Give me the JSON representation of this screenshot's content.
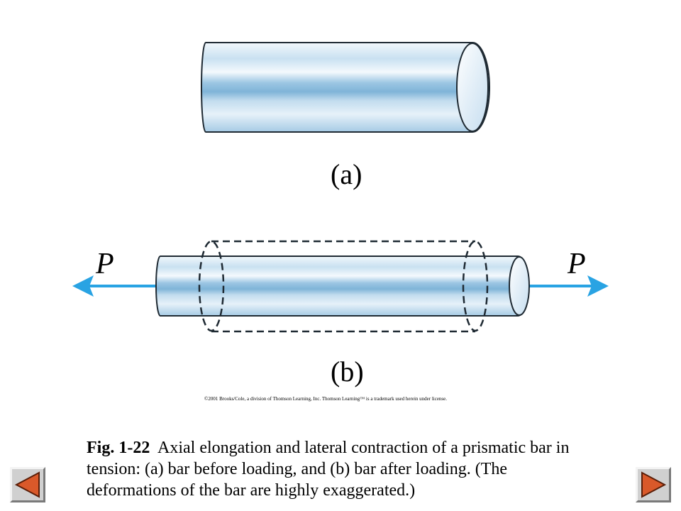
{
  "figure": {
    "label_a": "(a)",
    "label_b": "(b)",
    "force_symbol": "P",
    "copyright": "©2001 Brooks/Cole, a division of Thomson Learning, Inc.  Thomson Learning™ is a trademark used herein under license.",
    "arrow_color": "#29a3e3",
    "bar_colors": {
      "light": "#eef6fb",
      "mid": "#b9d8ec",
      "dark": "#7fb4d8",
      "edge": "#1f2a33"
    }
  },
  "caption": {
    "fig_number": "Fig. 1-22",
    "text": "Axial elongation and lateral contraction of a prismatic bar in tension: (a) bar before loading, and (b) bar after loading. (The deformations of the bar are highly exaggerated.)"
  },
  "navigation": {
    "prev_icon": "triangle-left-icon",
    "next_icon": "triangle-right-icon"
  }
}
